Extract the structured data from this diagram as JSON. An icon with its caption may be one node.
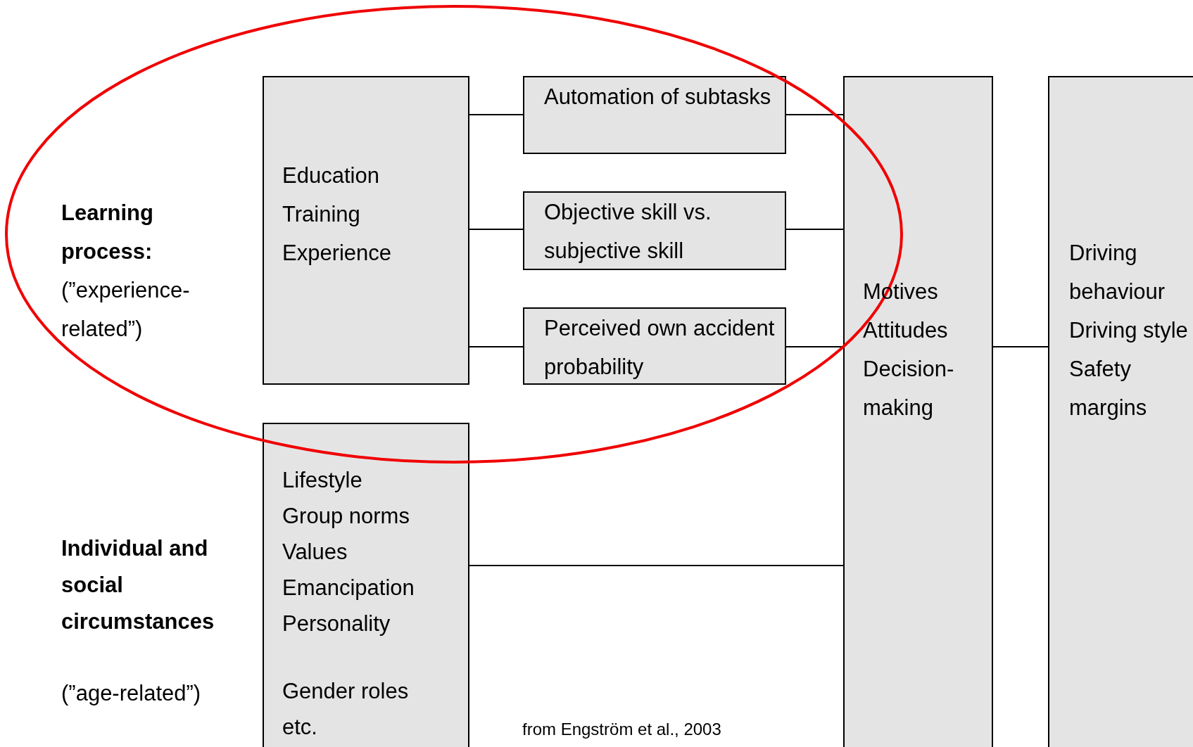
{
  "diagram": {
    "nodes": [
      {
        "text": [
          "Education",
          "Training",
          "Experience"
        ]
      },
      {
        "text": [
          "Automation of subtasks"
        ]
      },
      {
        "text": [
          "Objective skill vs. subjective skill"
        ]
      },
      {
        "text": [
          "Perceived own accident probability"
        ]
      },
      {
        "text": [
          "Motives",
          "Attitudes",
          "Decision-making"
        ]
      },
      {
        "text": [
          "Driving behaviour",
          "Driving style",
          "Safety margins"
        ]
      },
      {
        "text": [
          "Lifestyle",
          "Group norms",
          "Values",
          "Emancipation",
          "Personality",
          "Gender roles",
          "etc."
        ]
      }
    ],
    "edges": [
      {
        "from": 0,
        "to": 1,
        "arrow": "none"
      },
      {
        "from": 0,
        "to": 2,
        "arrow": "none"
      },
      {
        "from": 0,
        "to": 3,
        "arrow": "none"
      },
      {
        "from": 1,
        "to": 4,
        "arrow": "none"
      },
      {
        "from": 2,
        "to": 4,
        "arrow": "none"
      },
      {
        "from": 3,
        "to": 4,
        "arrow": "none"
      },
      {
        "from": 4,
        "to": 5,
        "arrow": "none"
      },
      {
        "from": 6,
        "to": 4,
        "arrow": "none"
      }
    ],
    "labels": [
      "Learning process:",
      "(”experience-related”)",
      "Individual and social circumstances",
      "(”age-related”)",
      "from Engström et al., 2003"
    ]
  }
}
